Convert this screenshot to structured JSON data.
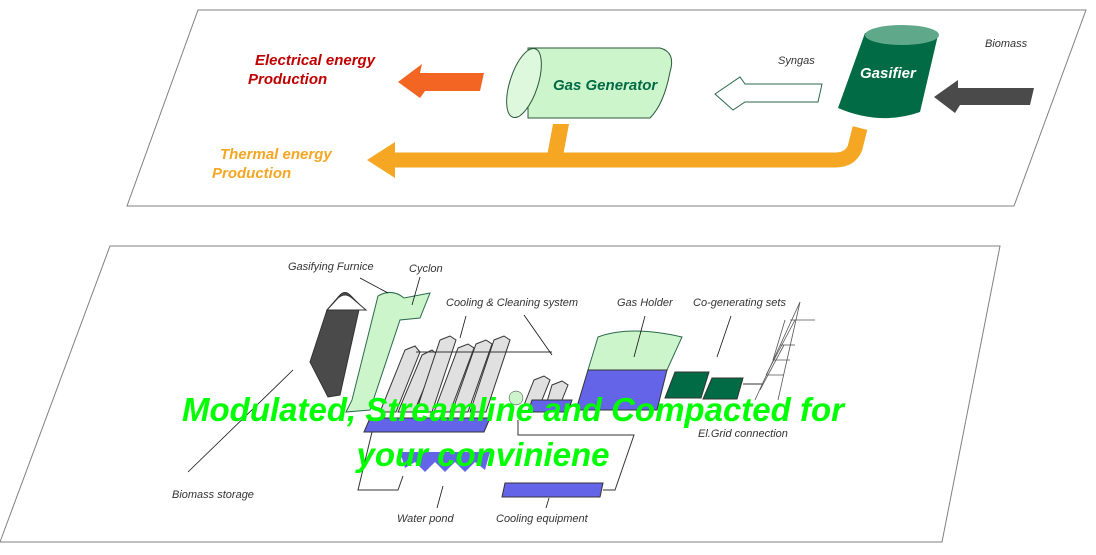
{
  "top_panel": {
    "electrical_label_line1": "Electrical energy",
    "electrical_label_line2": "Production",
    "thermal_label_line1": "Thermal energy",
    "thermal_label_line2": "Production",
    "gas_generator_label": "Gas Generator",
    "syngas_label": "Syngas",
    "gasifier_label": "Gasifier",
    "biomass_label": "Biomass",
    "colors": {
      "electrical": "#c00000",
      "electrical_arrow": "#f26522",
      "thermal": "#f5a623",
      "gas_generator_fill": "#ccf5cc",
      "gasifier": "#006b45",
      "biomass_arrow": "#4a4a4a"
    }
  },
  "bottom_panel": {
    "labels": {
      "gasifying_furnace": "Gasifying Furnice",
      "cyclon": "Cyclon",
      "cooling_cleaning": "Cooling & Cleaning system",
      "gas_holder": "Gas Holder",
      "co_generating": "Co-generating sets",
      "grid_connection": "El.Grid connection",
      "biomass_storage": "Biomass storage",
      "water_pond": "Water pond",
      "cooling_equipment": "Cooling equipment"
    },
    "colors": {
      "water": "#6464e8",
      "light_green": "#ccf5cc",
      "dark_green": "#006b45",
      "storage": "#4a4a4a",
      "tubes": "#e0e0e0"
    }
  },
  "overlay": {
    "line1": "Modulated, Streamline and Compacted for",
    "line2": "your conviniene"
  }
}
